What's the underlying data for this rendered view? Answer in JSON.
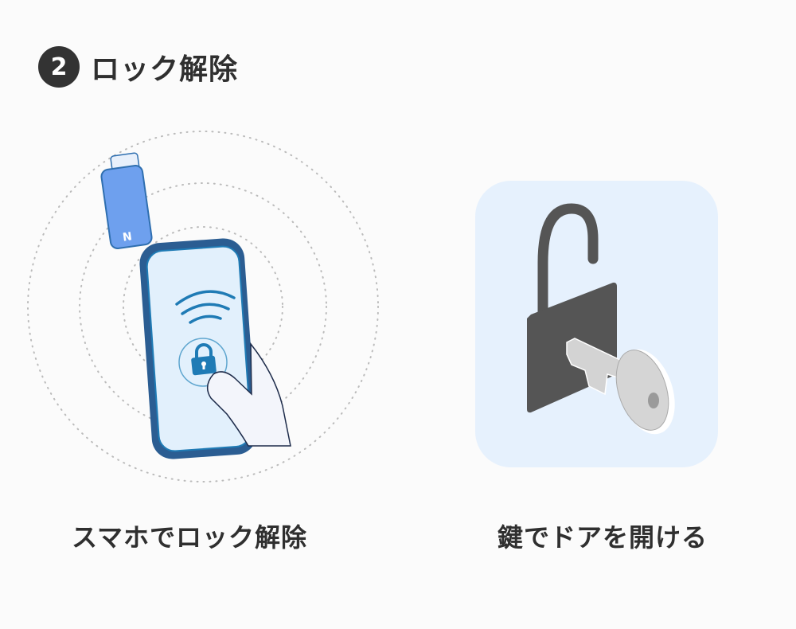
{
  "header": {
    "step_number": "2",
    "title": "ロック解除"
  },
  "left_panel": {
    "caption": "スマホでロック解除",
    "icons": [
      "usb-token-icon",
      "smartphone-icon",
      "wifi-signal-icon",
      "padlock-icon",
      "finger-icon"
    ]
  },
  "right_panel": {
    "caption": "鍵でドアを開ける",
    "icons": [
      "open-padlock-icon",
      "key-icon"
    ]
  },
  "colors": {
    "accent_blue": "#1f7bb5",
    "phone_frame": "#2b5d92",
    "phone_screen": "#e2f0fc",
    "panel_bg": "#e6f1fd",
    "dark_text": "#2f2f2f",
    "lock_gray": "#555555",
    "key_gray": "#d5d5d5",
    "usb_blue": "#6ea0ee"
  }
}
